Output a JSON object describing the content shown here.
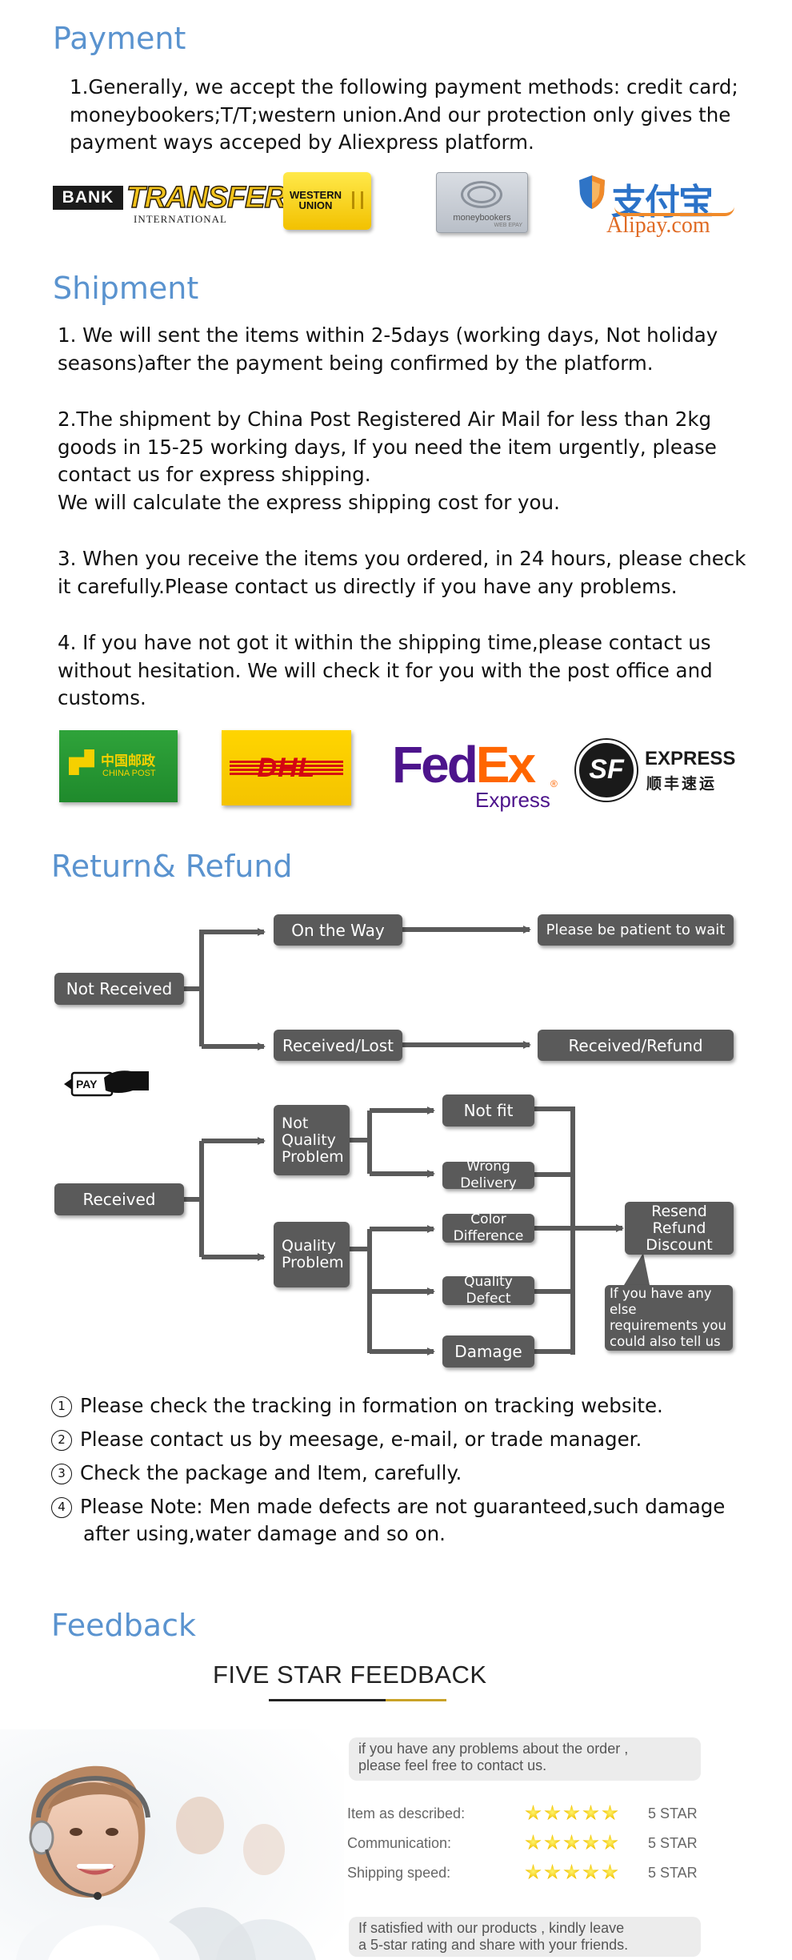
{
  "payment": {
    "heading": "Payment",
    "lines": [
      "1.Generally, we accept the following payment methods: credit card;",
      "moneybookers;T/T;western union.And our protection only gives the",
      "payment ways acceped by Aliexpress platform."
    ],
    "logos": {
      "bank_a": "BANK",
      "bank_b": "TRANSFER",
      "bank_c": "INTERNATIONAL",
      "western_union": "WESTERN\nUNION",
      "moneybookers": "moneybookers",
      "moneybookers_sub": "WEB EPAY",
      "alipay_cn": "支付宝",
      "alipay_en": "Alipay.com"
    }
  },
  "shipment": {
    "heading": "Shipment",
    "p1": [
      "1. We will sent the items within 2-5days (working days, Not holiday",
      "seasons)after the payment being confirmed by the platform."
    ],
    "p2": [
      "2.The shipment by China Post Registered Air Mail for less than  2kg",
      "goods in 15-25 working days, If  you need the item urgently, please",
      "contact us for express shipping.",
      "We will calculate the express shipping cost for you."
    ],
    "p3": [
      "3. When you receive the items you ordered, in 24 hours, please check",
      " it carefully.Please contact us directly if you have any problems."
    ],
    "p4": [
      "4. If you have not got it within the shipping time,please contact us",
      "without hesitation. We will check it for you with the post office and",
      "customs."
    ],
    "logos": {
      "chinapost_cn": "中国邮政",
      "chinapost_en": "CHINA POST",
      "dhl": "DHL",
      "fedex_a": "Fed",
      "fedex_b": "Ex",
      "fedex_c": "Express",
      "fedex_reg": "®",
      "sf": "SF",
      "sf_en": "EXPRESS",
      "sf_cn": "顺丰速运"
    }
  },
  "refund": {
    "heading": "Return& Refund",
    "not_received": "Not Received",
    "on_the_way": "On the Way",
    "be_patient": "Please be patient to wait",
    "received_lost": "Received/Lost",
    "received_refund": "Received/Refund",
    "pay_icon": "PAY",
    "received": "Received",
    "not_quality": "Not\nQuality\nProblem",
    "quality": "Quality\nProblem",
    "not_fit": "Not fit",
    "wrong_delivery": "Wrong Delivery",
    "color_difference": "Color Difference",
    "quality_defect": "Quality Defect",
    "damage": "Damage",
    "resend": "Resend\nRefund\nDiscount",
    "else_req": "If you have any else\nrequirements you\ncould also tell us"
  },
  "notes": [
    {
      "num": "1",
      "text": "Please check the tracking in formation on tracking website."
    },
    {
      "num": "2",
      "text": "Please contact us by meesage, e-mail, or trade manager."
    },
    {
      "num": "3",
      "text": "Check the package and Item, carefully."
    },
    {
      "num": "4",
      "text": "Please Note: Men made defects  are not guaranteed,such damage",
      "cont": "after using,water damage and so on."
    }
  ],
  "feedback": {
    "heading": "Feedback",
    "title": "FIVE STAR FEEDBACK",
    "bubble1": "if you have any problems about the order ,\nplease feel free to contact us.",
    "ratings": [
      {
        "label": "Item as described:",
        "stars": 5,
        "value": "5 STAR"
      },
      {
        "label": "Communication:",
        "stars": 5,
        "value": "5 STAR"
      },
      {
        "label": "Shipping speed:",
        "stars": 5,
        "value": "5 STAR"
      }
    ],
    "bubble2": "If satisfied with our products , kindly leave\na 5-star rating and share with your friends."
  },
  "colors": {
    "heading": "#5a93cf",
    "box": "#5a5a5a",
    "connector": "#5a5a5a"
  }
}
